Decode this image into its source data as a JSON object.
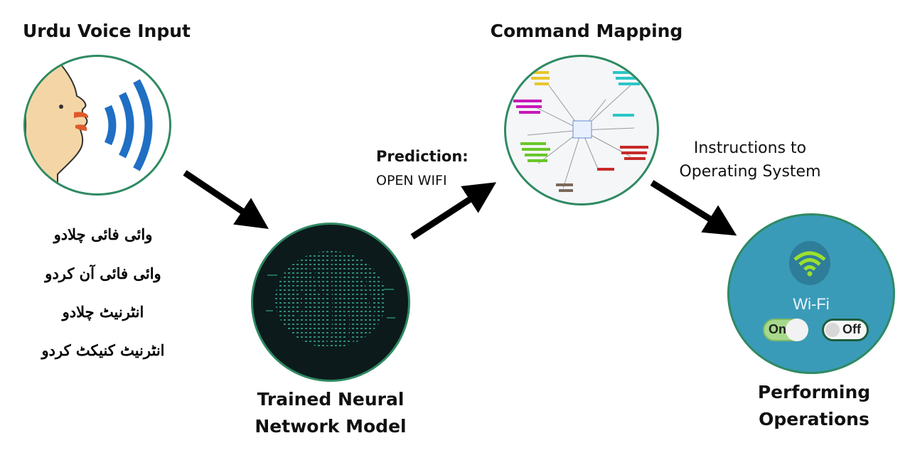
{
  "titles": {
    "voice_input": "Urdu Voice Input",
    "command_mapping": "Command Mapping",
    "neural_line1": "Trained Neural",
    "neural_line2": "Network Model",
    "performing_line1": "Performing",
    "performing_line2": "Operations"
  },
  "urdu_commands": [
    "وائی فائی چلادو",
    "وائی فائی آن کردو",
    "انٹرنیٹ چلادو",
    "انٹرنیٹ کنیکٹ کردو"
  ],
  "prediction": {
    "label": "Prediction:",
    "value": "OPEN WIFI"
  },
  "instructions": {
    "line1": "Instructions to",
    "line2": "Operating System"
  },
  "wifi_panel": {
    "label": "Wi-Fi",
    "on_label": "On",
    "off_label": "Off",
    "bg_color": "#3a9bb8",
    "icon_color": "#9be02f"
  },
  "colors": {
    "circle_border": "#2f8a62",
    "arrow": "#000000",
    "wave_blue": "#1f6fc4"
  }
}
